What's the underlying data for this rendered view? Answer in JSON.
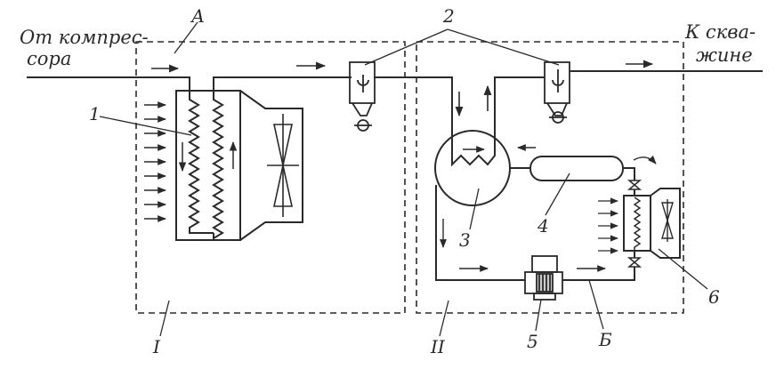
{
  "labels": {
    "inlet_line1": "От компрес-",
    "inlet_line2": "сора",
    "outlet_line1": "К сква-",
    "outlet_line2": "жине",
    "point_a": "А",
    "point_b": "Б",
    "block_1": "I",
    "block_2": "II",
    "part_1": "1",
    "part_2": "2",
    "part_3": "3",
    "part_4": "4",
    "part_5": "5",
    "part_6": "6"
  },
  "colors": {
    "ink": "#2a2a2a",
    "paper": "#ffffff"
  },
  "icons": [
    "fan-icon",
    "valve-icon",
    "flow-arrow-icon",
    "separator-icon",
    "compressor-icon"
  ]
}
